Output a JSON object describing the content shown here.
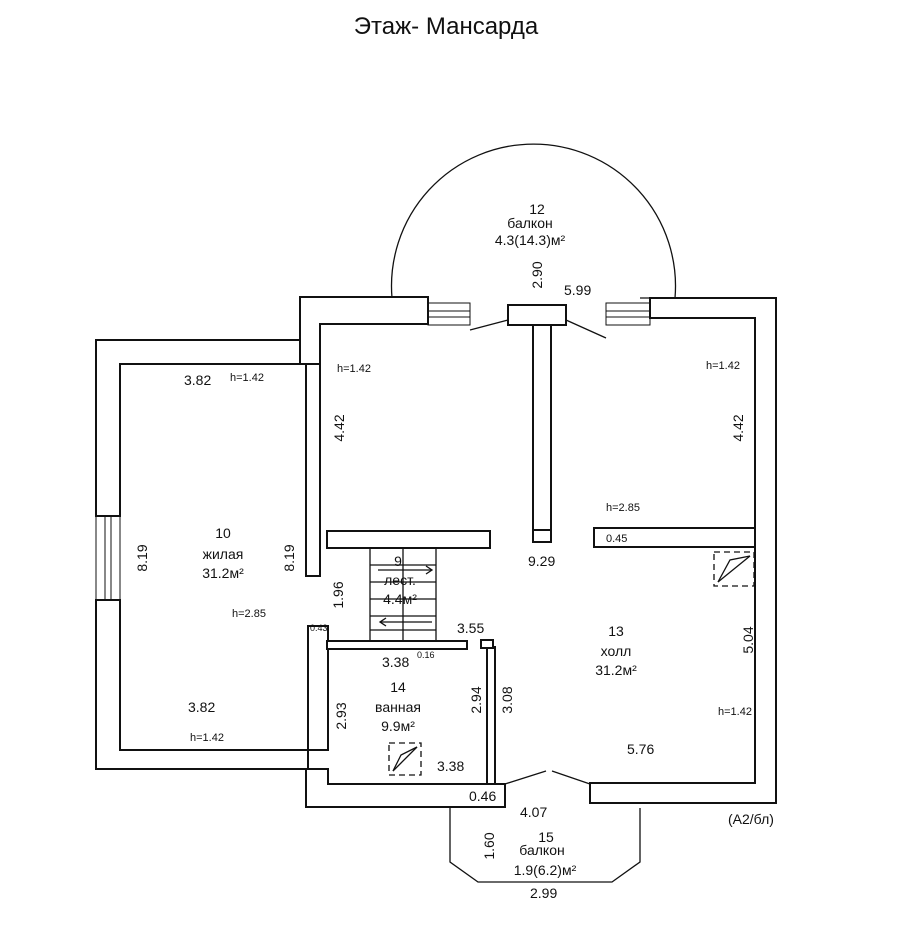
{
  "header": {
    "title": "Этаж- Мансарда"
  },
  "stamp": "(А2/бл)",
  "rooms": {
    "r10": {
      "num": "10",
      "name": "жилая",
      "area": "31.2м²"
    },
    "r9": {
      "num": "9",
      "name": "лест.",
      "area": "4.4м²"
    },
    "r12": {
      "num": "12",
      "name": "балкон",
      "area": "4.3(14.3)м²"
    },
    "r13": {
      "num": "13",
      "name": "холл",
      "area": "31.2м²"
    },
    "r14": {
      "num": "14",
      "name": "ванная",
      "area": "9.9м²"
    },
    "r15": {
      "num": "15",
      "name": "балкон",
      "area": "1.9(6.2)м²"
    }
  },
  "heights": {
    "h142": "h=1.42",
    "h285": "h=2.85"
  },
  "dims": {
    "d382": "3.82",
    "d819": "8.19",
    "d442": "4.42",
    "d290": "2.90",
    "d599": "5.99",
    "d196": "1.96",
    "d043": "0.43",
    "d338": "3.38",
    "d016": "0.16",
    "d355": "3.55",
    "d293": "2.93",
    "d294": "2.94",
    "d308": "3.08",
    "d929": "9.29",
    "d045": "0.45",
    "d504": "5.04",
    "d576": "5.76",
    "d046": "0.46",
    "d407": "4.07",
    "d160": "1.60",
    "d299": "2.99"
  }
}
